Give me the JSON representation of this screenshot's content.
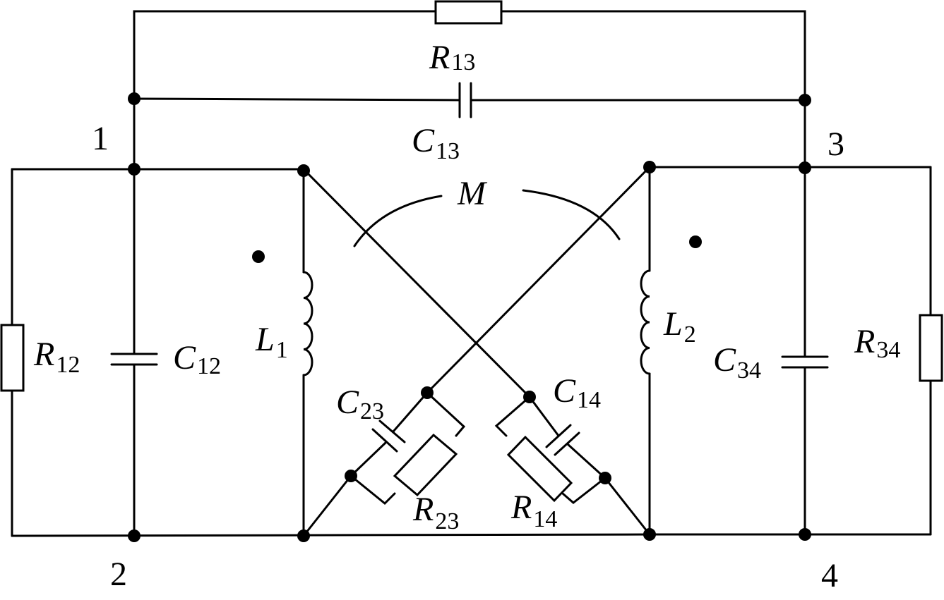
{
  "nodes": [
    "1",
    "2",
    "3",
    "4"
  ],
  "labels": {
    "R13": {
      "sym": "R",
      "sub": "13"
    },
    "C13": {
      "sym": "C",
      "sub": "13"
    },
    "R12": {
      "sym": "R",
      "sub": "12"
    },
    "C12": {
      "sym": "C",
      "sub": "12"
    },
    "L1": {
      "sym": "L",
      "sub": "1"
    },
    "M": {
      "sym": "M"
    },
    "L2": {
      "sym": "L",
      "sub": "2"
    },
    "C34": {
      "sym": "C",
      "sub": "34"
    },
    "R34": {
      "sym": "R",
      "sub": "34"
    },
    "C23": {
      "sym": "C",
      "sub": "23"
    },
    "R23": {
      "sym": "R",
      "sub": "23"
    },
    "C14": {
      "sym": "C",
      "sub": "14"
    },
    "R14": {
      "sym": "R",
      "sub": "14"
    }
  }
}
